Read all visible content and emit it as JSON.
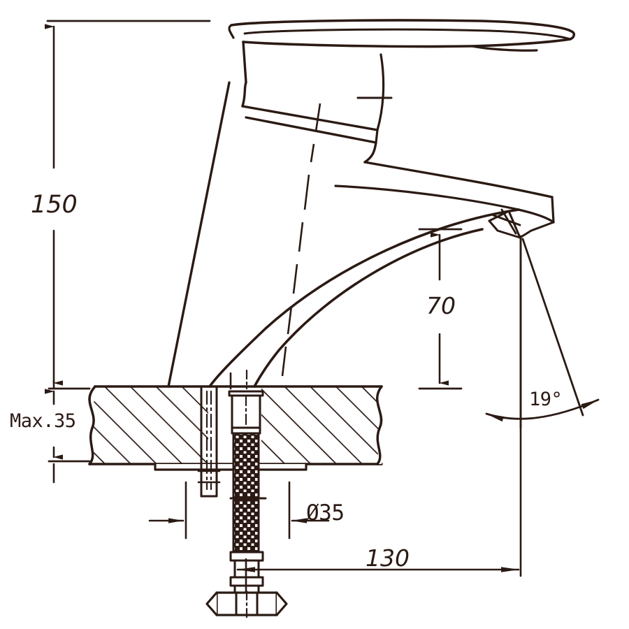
{
  "drawing": {
    "type": "technical-engineering-drawing",
    "subject": "single-lever basin mixer faucet, side elevation with section through countertop",
    "units": "mm",
    "line_color": "#2b1a14",
    "background_color": "#ffffff"
  },
  "dimensions": {
    "height_overall": "150",
    "spout_height": "70",
    "spout_reach": "130",
    "mounting_thickness": "Max.35",
    "hole_diameter": "Ø35",
    "spout_angle": "19°"
  },
  "labels": [
    {
      "id": "height-150",
      "text": "150",
      "kind": "linear-vertical"
    },
    {
      "id": "spout-height-70",
      "text": "70",
      "kind": "linear-vertical"
    },
    {
      "id": "reach-130",
      "text": "130",
      "kind": "linear-horizontal"
    },
    {
      "id": "counter-max-35",
      "text": "Max.35",
      "kind": "linear-vertical"
    },
    {
      "id": "hole-diameter-35",
      "text": "Ø35",
      "kind": "diameter"
    },
    {
      "id": "angle-19",
      "text": "19°",
      "kind": "angular"
    }
  ]
}
